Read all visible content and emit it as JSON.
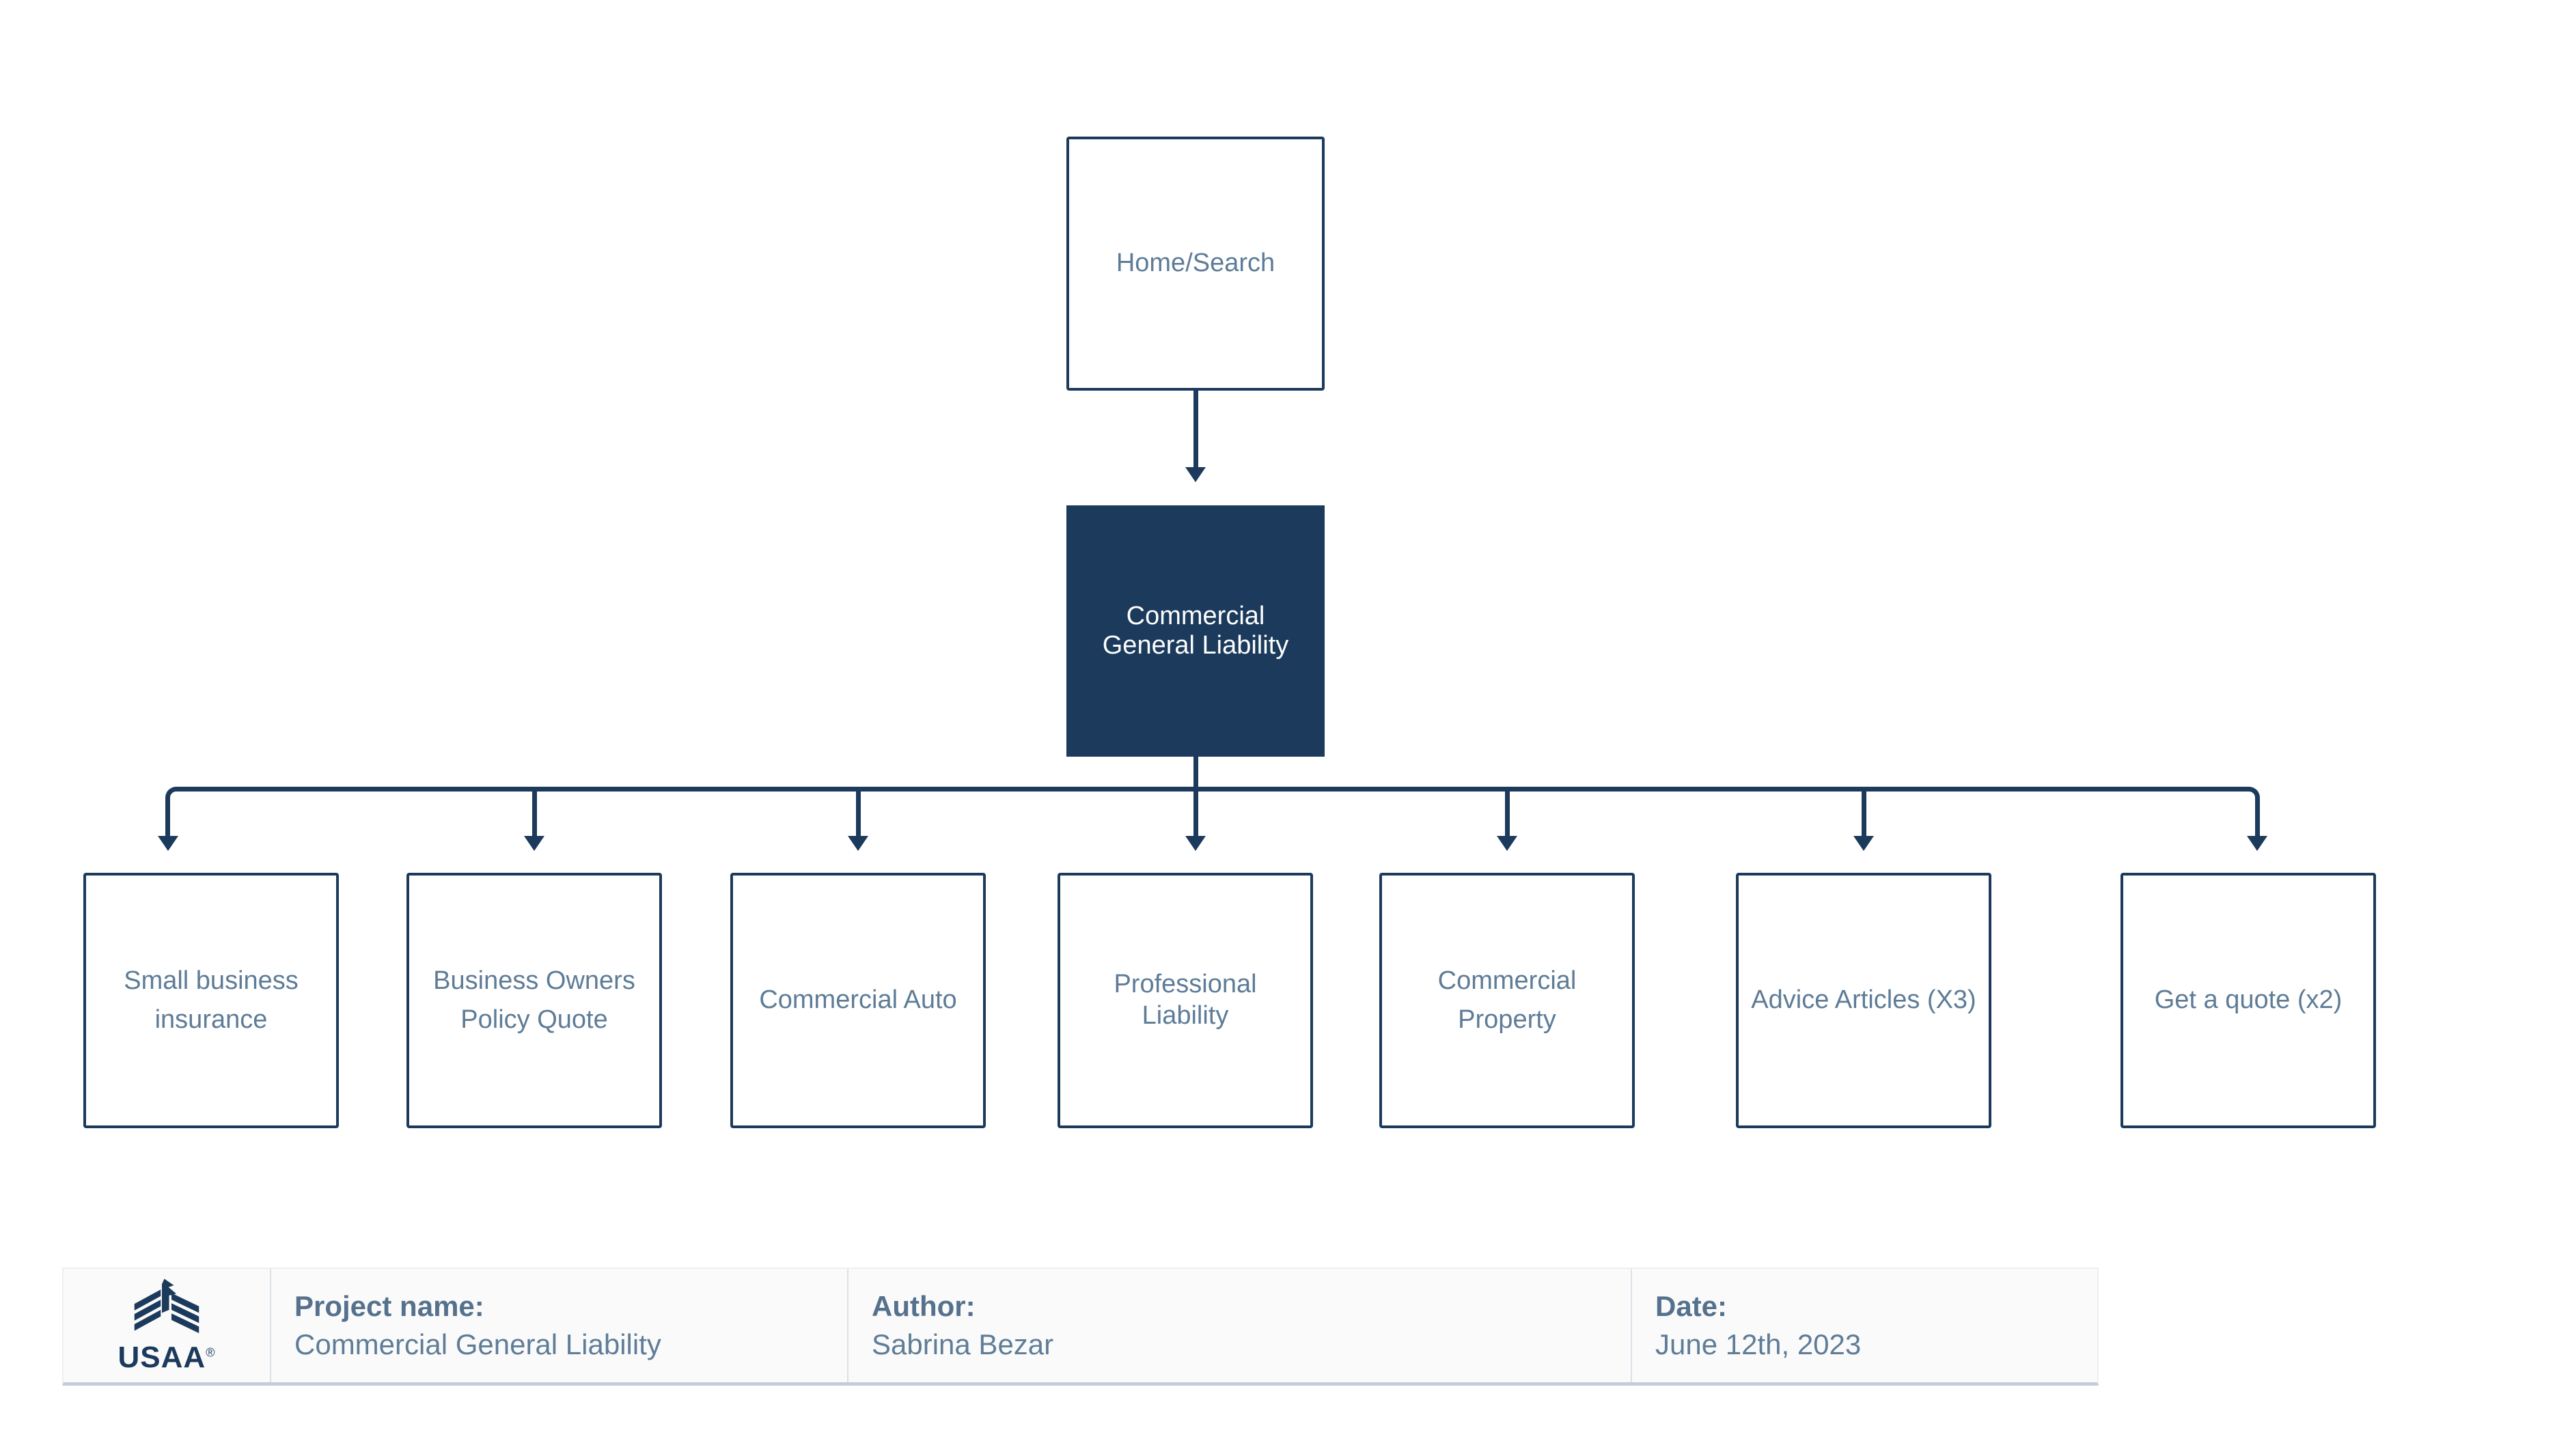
{
  "diagram": {
    "root": {
      "label": "Home/Search"
    },
    "hub": {
      "label": "Commercial\nGeneral Liability"
    },
    "children": [
      {
        "label": "Small business\ninsurance"
      },
      {
        "label": "Business Owners\nPolicy Quote"
      },
      {
        "label": "Commercial Auto"
      },
      {
        "label": "Professional Liability"
      },
      {
        "label": "Commercial\nProperty"
      },
      {
        "label": "Advice Articles (X3)"
      },
      {
        "label": "Get a quote (x2)"
      }
    ]
  },
  "footer": {
    "brand": {
      "name": "USAA",
      "registered_mark": "®",
      "icon": "usaa-eagle-icon"
    },
    "fields": [
      {
        "label": "Project name:",
        "value": "Commercial General Liability"
      },
      {
        "label": "Author:",
        "value": "Sabrina Bezar"
      },
      {
        "label": "Date:",
        "value": "June 12th, 2023"
      }
    ]
  },
  "colors": {
    "navy": "#1C3A5B",
    "node_text": "#5E7C97",
    "hub_text": "#FCFDFE",
    "footer_label": "#55718D",
    "footer_value": "#5F7D98",
    "footer_bg": "#FAFAFA",
    "footer_divider": "#DCE2E8",
    "footer_bottom": "#C3CDD9",
    "page_bg": "#FFFFFF"
  }
}
